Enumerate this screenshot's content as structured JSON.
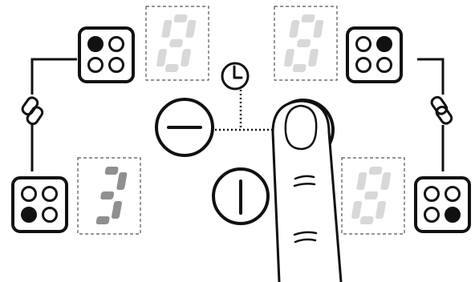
{
  "colors": {
    "ink": "#111111",
    "segment_off": "#d8d8d8",
    "segment_on": "#8f8f8f",
    "finger_fill": "#ffffff"
  },
  "zones": [
    {
      "id": "top-left",
      "active_burner": "top-left",
      "display_value": "8",
      "lit": false
    },
    {
      "id": "top-right",
      "active_burner": "top-right",
      "display_value": "8",
      "lit": false
    },
    {
      "id": "bottom-left",
      "active_burner": "bottom-left",
      "display_value": "3",
      "lit": true
    },
    {
      "id": "bottom-right",
      "active_burner": "bottom-right",
      "display_value": "8",
      "lit": false
    }
  ],
  "controls": {
    "minus_icon": "minus-icon",
    "power_icon": "power-icon",
    "timer_icon": "clock-icon",
    "bridge_icon": "link-icon",
    "touch_icon": "finger-icon"
  }
}
